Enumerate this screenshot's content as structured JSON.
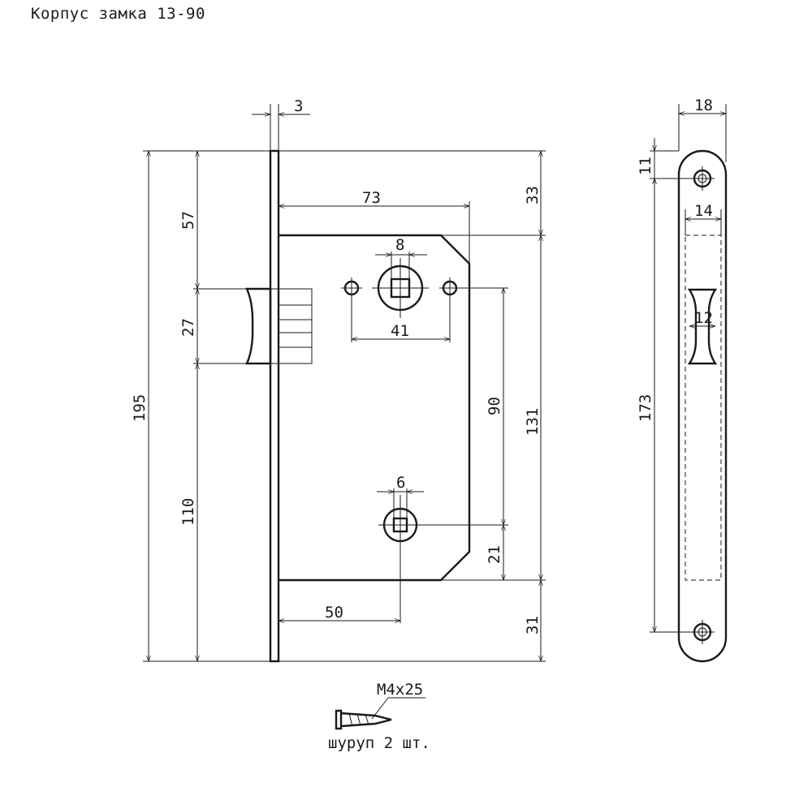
{
  "title": "Корпус замка 13-90",
  "dimensions": {
    "faceplate_thickness": "3",
    "overall_height": "195",
    "top_to_latch": "57",
    "latch_height": "27",
    "latch_to_bottom": "110",
    "body_width": "73",
    "top_offset": "33",
    "body_height": "131",
    "spindle_square": "8",
    "hole_spacing": "41",
    "spindle_to_bolt": "90",
    "bolt_square": "6",
    "bolt_to_body_bottom": "21",
    "bottom_offset": "31",
    "backset": "50",
    "strike_width": "18",
    "strike_hole_offset": "11",
    "strike_slot_width": "14",
    "strike_latch_width": "12",
    "strike_hole_spacing": "173"
  },
  "screw": {
    "spec": "M4x25",
    "caption": "шуруп 2 шт."
  }
}
